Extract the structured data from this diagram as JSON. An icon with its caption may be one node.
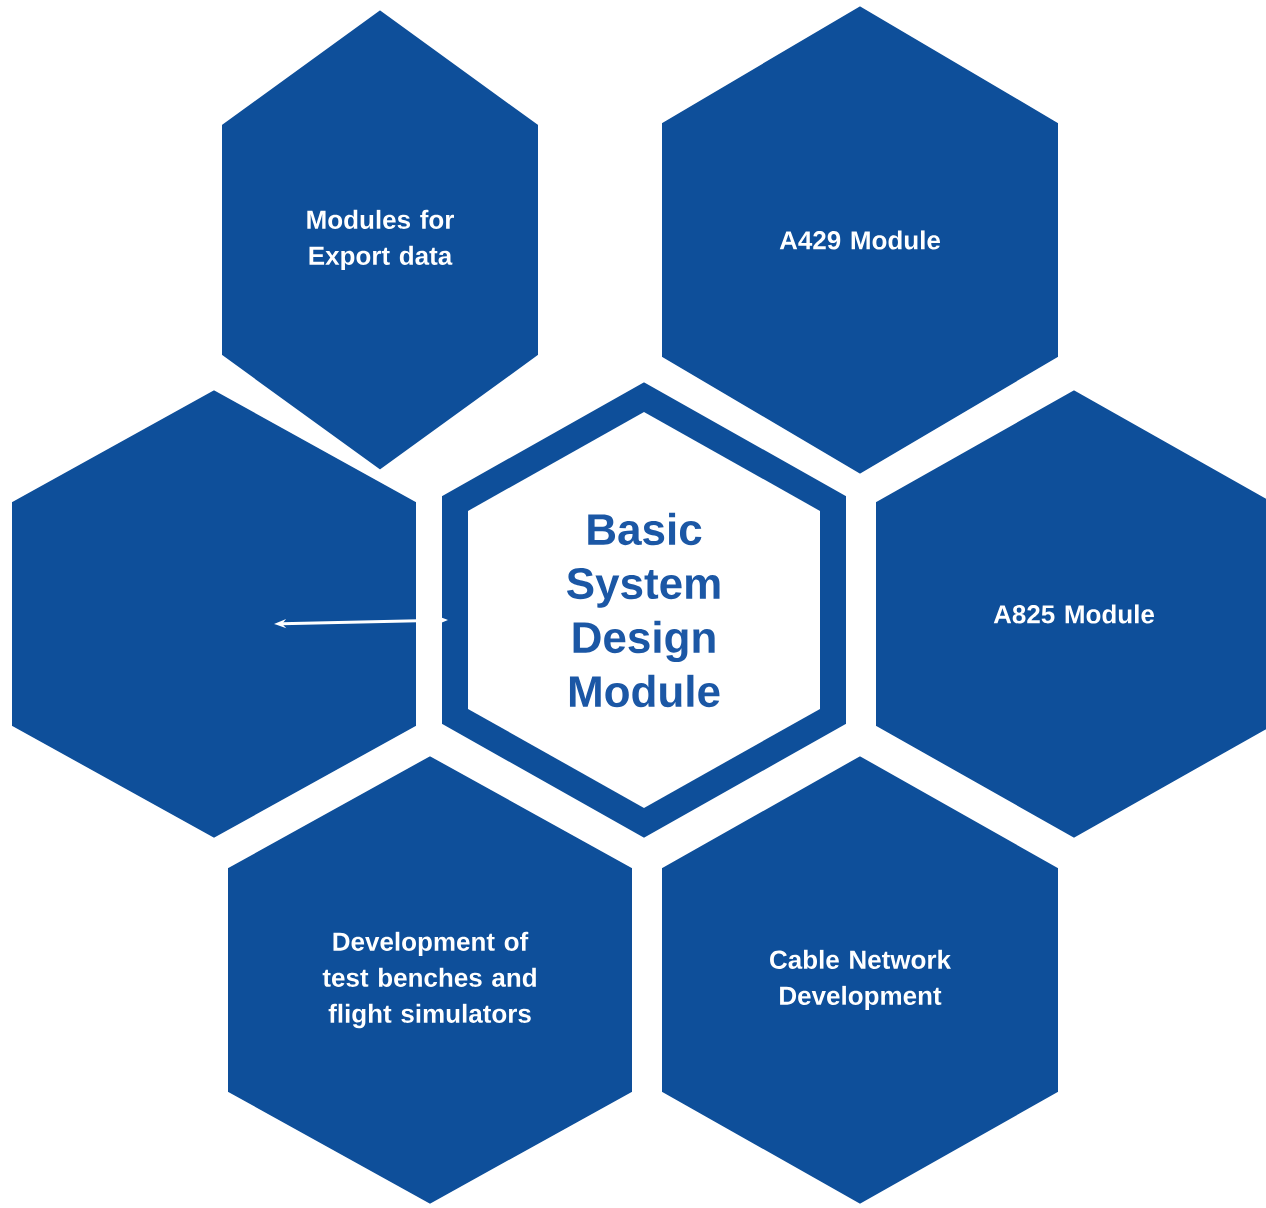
{
  "diagram": {
    "nodes": [
      {
        "text": [
          "Modules for Export data"
        ]
      },
      {
        "text": [
          "A429 Module"
        ]
      },
      {
        "text": [],
        "shape": "hexagon"
      },
      {
        "text": [
          "Basic System Design Module"
        ]
      },
      {
        "text": [
          "A825 Module"
        ]
      },
      {
        "text": [
          "Development of test benches and flight simulators"
        ]
      },
      {
        "text": [
          "Cable Network Development"
        ]
      }
    ],
    "edges": [
      {
        "from": 2,
        "to": 3,
        "arrow": "both",
        "color": "#ffffff"
      }
    ]
  }
}
